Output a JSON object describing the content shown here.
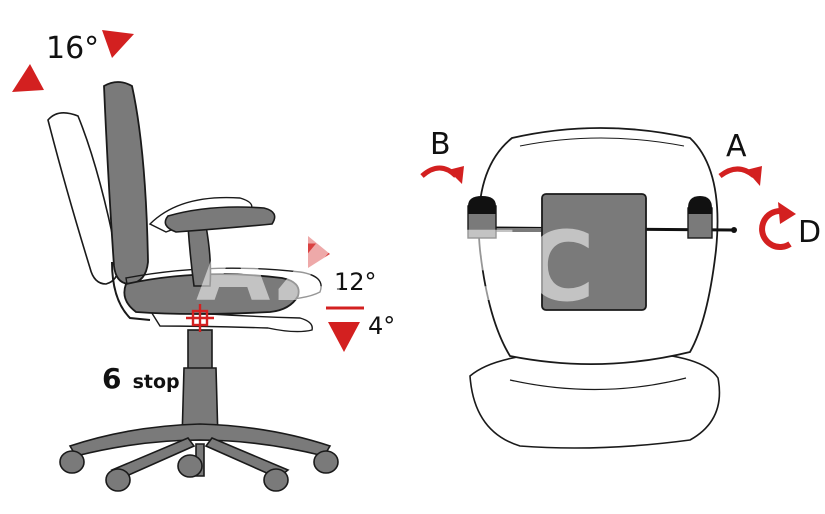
{
  "side_view": {
    "backrest_angle_label": "16°",
    "seat_angle_up_label": "12°",
    "seat_angle_down_label": "4°",
    "height_stops_number": "6",
    "height_stops_unit": "stop"
  },
  "top_view": {
    "lever_b_label": "B",
    "lever_a_label": "A",
    "knob_d_label": "D"
  },
  "watermark": "AZ TEC",
  "colors": {
    "chair_gray": "#7a7a7a",
    "outline": "#1a1a1a",
    "accent_red": "#d32020",
    "lever_black": "#111111"
  }
}
